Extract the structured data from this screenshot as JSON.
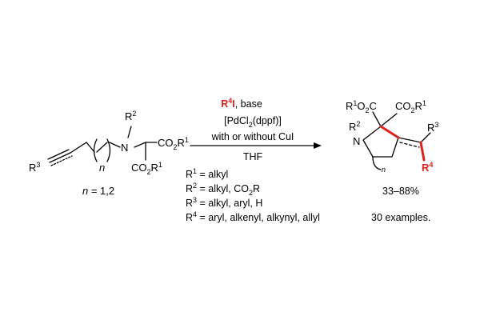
{
  "reactant": {
    "r2": "R",
    "r2_sup": "2",
    "n_atom": "N",
    "n_index": "n",
    "ester_top": "CO",
    "ester_top_sub": "2",
    "ester_top_r": "R",
    "ester_top_sup": "1",
    "ester_bottom": "CO",
    "ester_bottom_sub": "2",
    "ester_bottom_r": "R",
    "ester_bottom_sup": "1",
    "r3": "R",
    "r3_sup": "3",
    "n_range_var": "n",
    "n_range_value": " = 1,2"
  },
  "reagents": {
    "r4": "R",
    "r4_sup": "4",
    "r4_halide": "I",
    "base": ", base",
    "catalyst_pre": "[PdCl",
    "catalyst_sub": "2",
    "catalyst_post": "(dppf)]",
    "cocatalyst": "with or without CuI",
    "solvent": "THF"
  },
  "definitions": [
    {
      "r": "R",
      "sup": "1",
      "text": " = alkyl"
    },
    {
      "r": "R",
      "sup": "2",
      "text": " = alkyl, CO",
      "sub": "2",
      "tail": "R"
    },
    {
      "r": "R",
      "sup": "3",
      "text": " = alkyl, aryl, H"
    },
    {
      "r": "R",
      "sup": "4",
      "text": " = aryl, alkenyl, alkynyl, allyl"
    }
  ],
  "product": {
    "ester_left": "R",
    "ester_left_sup": "1",
    "ester_left_tail": "O",
    "ester_left_sub": "2",
    "ester_left_c": "C",
    "ester_right": "CO",
    "ester_right_sub": "2",
    "ester_right_r": "R",
    "ester_right_sup": "1",
    "r2": "R",
    "r2_sup": "2",
    "n_atom": "N",
    "r3": "R",
    "r3_sup": "3",
    "r4": "R",
    "r4_sup": "4",
    "n_index": "n"
  },
  "results": {
    "yield": "33–88%",
    "examples": "30 examples."
  },
  "colors": {
    "highlight": "#e0201b",
    "ink": "#000000"
  }
}
